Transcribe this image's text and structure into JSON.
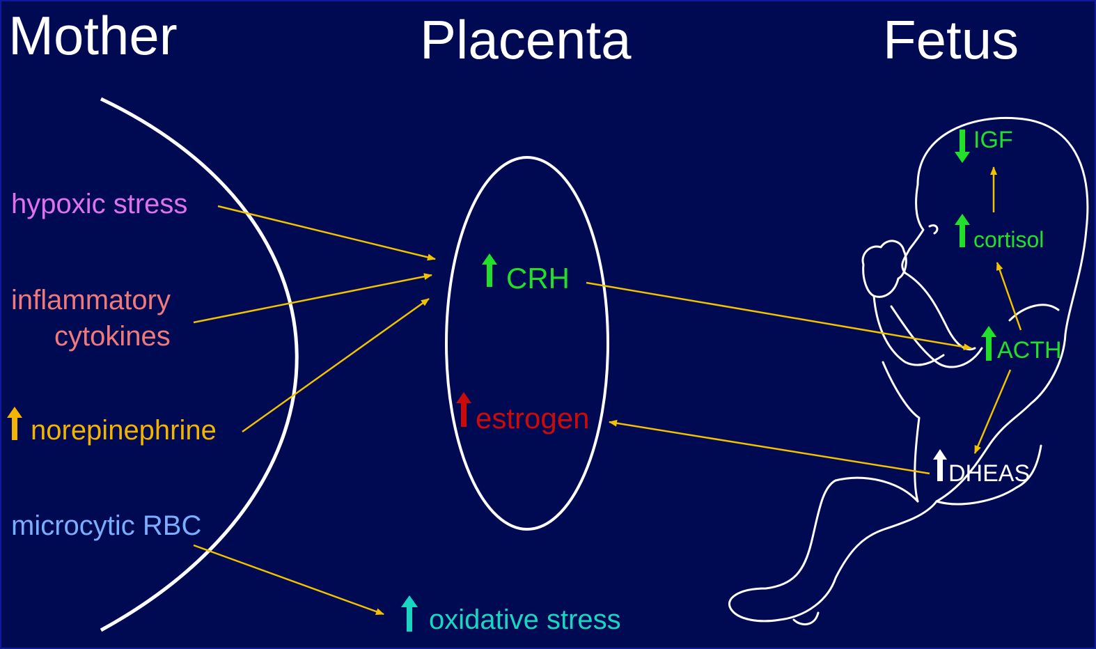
{
  "headings": {
    "mother": "Mother",
    "placenta": "Placenta",
    "fetus": "Fetus"
  },
  "mother_factors": {
    "hypoxic_stress": "hypoxic stress",
    "inflammatory_line1": "inflammatory",
    "inflammatory_line2": "cytokines",
    "norepinephrine": "norepinephrine",
    "microcytic_rbc": "microcytic RBC"
  },
  "placenta_items": {
    "crh": "CRH",
    "estrogen": "estrogen"
  },
  "fetus_items": {
    "igf": "IGF",
    "cortisol": "cortisol",
    "acth": "ACTH",
    "dheas": "DHEAS"
  },
  "bottom": {
    "oxidative_stress": "oxidative stress"
  },
  "colors": {
    "background": "#000a52",
    "outline": "#ffffff",
    "connector": "#f2c200",
    "hypoxic": "#e070ec",
    "inflammatory": "#f07a7a",
    "norepinephrine": "#f2b400",
    "microcytic": "#7aaeff",
    "green": "#22e02a",
    "estrogen": "#cc0a0a",
    "dheas": "#ffffff",
    "oxidative": "#19d6c2"
  },
  "indicator_icons": {
    "up": "up-arrow-icon",
    "down": "down-arrow-icon"
  }
}
